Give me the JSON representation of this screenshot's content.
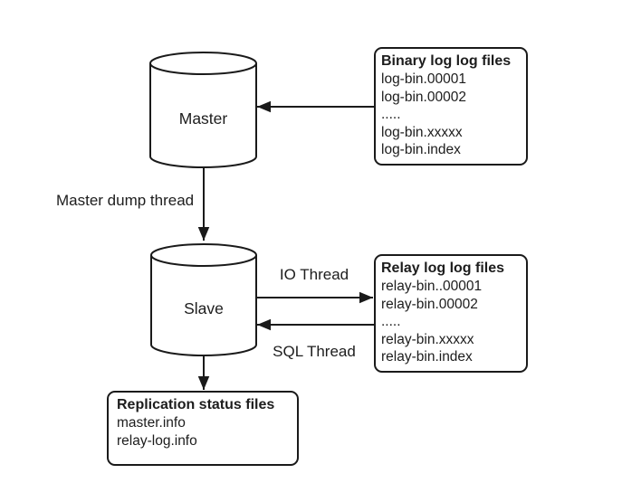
{
  "nodes": {
    "master": {
      "label": "Master"
    },
    "slave": {
      "label": "Slave"
    }
  },
  "boxes": {
    "binary_log": {
      "title": "Binary log log files",
      "lines": [
        "log-bin.00001",
        "log-bin.00002",
        ".....",
        "log-bin.xxxxx",
        "log-bin.index"
      ]
    },
    "relay_log": {
      "title": "Relay log log files",
      "lines": [
        "relay-bin..00001",
        "relay-bin.00002",
        ".....",
        "relay-bin.xxxxx",
        "relay-bin.index"
      ]
    },
    "replication_status": {
      "title": "Replication status files",
      "lines": [
        "master.info",
        "relay-log.info"
      ]
    }
  },
  "edges": {
    "master_dump_thread": {
      "label": "Master dump thread"
    },
    "io_thread": {
      "label": "IO Thread"
    },
    "sql_thread": {
      "label": "SQL Thread"
    }
  },
  "colors": {
    "line": "#1a1a1a",
    "text": "#1d1d1d",
    "background": "#ffffff"
  }
}
